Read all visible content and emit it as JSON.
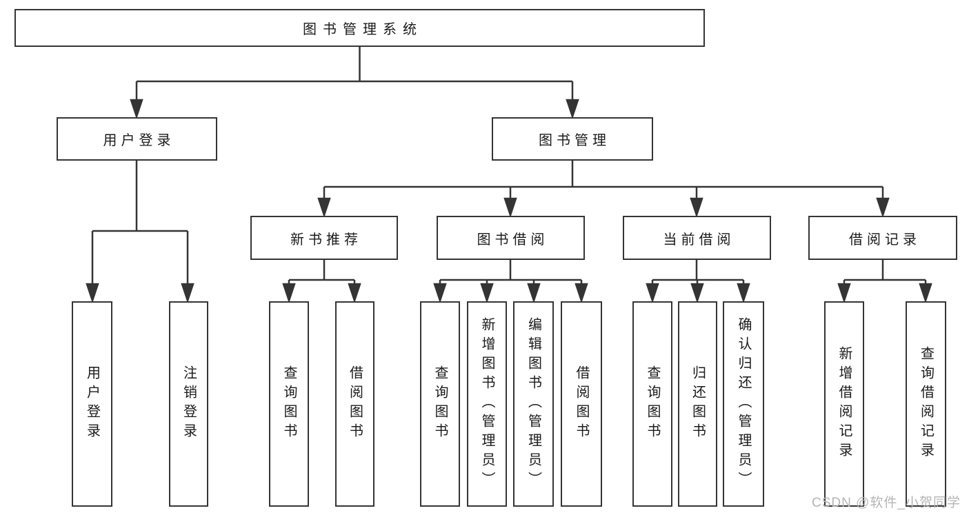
{
  "diagram": {
    "type": "hierarchy-tree",
    "colors": {
      "line": "#343434",
      "box_border": "#343434",
      "text": "#1a1a1a",
      "watermark": "#b5b5b5",
      "background": "#ffffff"
    },
    "tree": {
      "label": "图书管理系统",
      "children": [
        {
          "label": "用户登录",
          "children": [
            {
              "label": "用户登录"
            },
            {
              "label": "注销登录"
            }
          ]
        },
        {
          "label": "图书管理",
          "children": [
            {
              "label": "新书推荐",
              "children": [
                {
                  "label": "查询图书"
                },
                {
                  "label": "借阅图书"
                }
              ]
            },
            {
              "label": "图书借阅",
              "children": [
                {
                  "label": "查询图书"
                },
                {
                  "label": "新增图书（管理员）"
                },
                {
                  "label": "编辑图书（管理员）"
                },
                {
                  "label": "借阅图书"
                }
              ]
            },
            {
              "label": "当前借阅",
              "children": [
                {
                  "label": "查询图书"
                },
                {
                  "label": "归还图书"
                },
                {
                  "label": "确认归还（管理员）"
                }
              ]
            },
            {
              "label": "借阅记录",
              "children": [
                {
                  "label": "新增借阅记录"
                },
                {
                  "label": "查询借阅记录"
                }
              ]
            }
          ]
        }
      ]
    },
    "watermark": {
      "text": "CSDN @软件_小贺同学"
    }
  }
}
